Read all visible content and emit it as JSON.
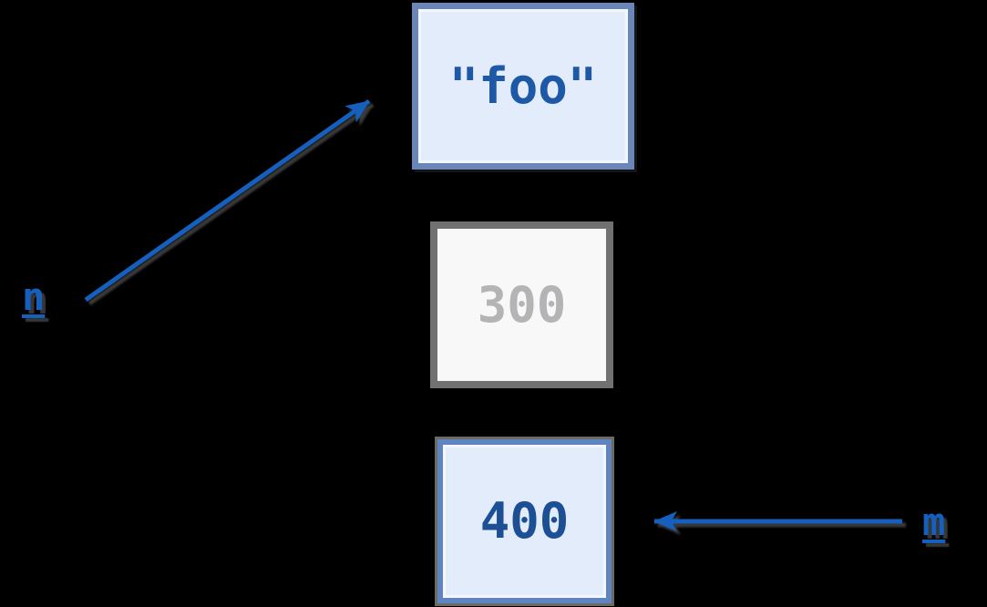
{
  "diagram": {
    "description": "memory-reference-diagram",
    "background": "#000000",
    "variables": {
      "n": "n",
      "m": "m"
    },
    "boxes": [
      {
        "id": "foo",
        "label": "\"foo\"",
        "style": "blue",
        "referenced_by": "n"
      },
      {
        "id": "300",
        "label": "300",
        "style": "gray",
        "referenced_by": null
      },
      {
        "id": "400",
        "label": "400",
        "style": "blue",
        "referenced_by": "m"
      }
    ],
    "arrows": [
      {
        "from": "n",
        "to": "foo",
        "direction": "up-right"
      },
      {
        "from": "m",
        "to": "400",
        "direction": "left"
      }
    ],
    "colors": {
      "background": "#000000",
      "accent_blue": "#1560be",
      "blue_box_fill": "#e2ecfb",
      "blue_box_border": "#6a86b8",
      "blue_box_border_strong": "#6084c0",
      "blue_box_text": "#1e59a7",
      "blue_box_text_strong": "#1c4f94",
      "gray_box_fill": "#f8f8f8",
      "gray_box_border": "#717171",
      "gray_box_text": "#b4b4b6",
      "shadow_gray": "#6b6b62"
    }
  }
}
